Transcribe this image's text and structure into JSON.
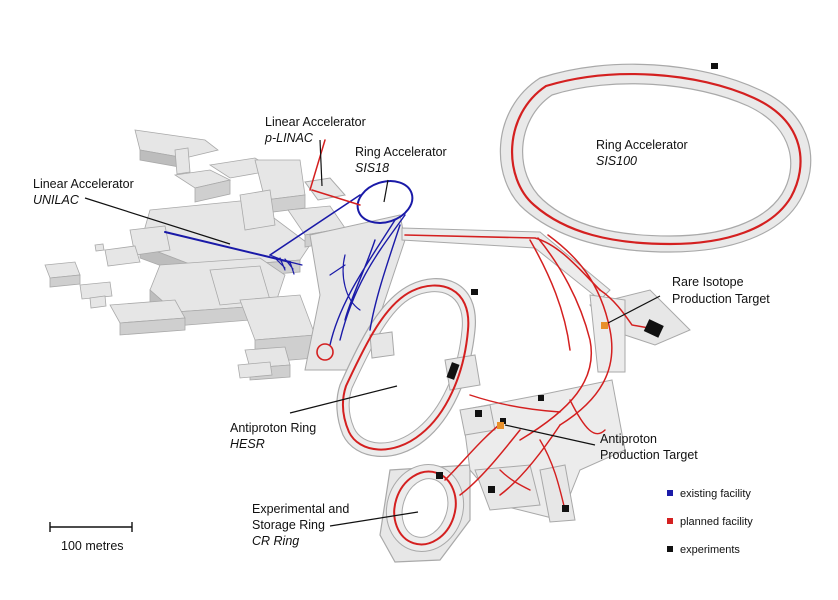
{
  "colors": {
    "existing": "#1a1aa8",
    "planned": "#d42020",
    "experiments": "#111111",
    "target_marker": "#e8902a",
    "building_top": "#e6e6e6",
    "building_side": "#bdbdbd",
    "tunnel_fill": "#efefef",
    "tunnel_edge": "#a9a9a9"
  },
  "labels": {
    "unilac": {
      "line1": "Linear Accelerator",
      "line2": "UNILAC"
    },
    "plinac": {
      "line1": "Linear Accelerator",
      "line2": "p-LINAC"
    },
    "sis18": {
      "line1": "Ring Accelerator",
      "line2": "SIS18"
    },
    "sis100": {
      "line1": "Ring Accelerator",
      "line2": "SIS100"
    },
    "rare_isotope": {
      "line1": "Rare Isotope",
      "line2": "Production Target"
    },
    "antiproton_ring": {
      "line1": "Antiproton Ring",
      "line2": "HESR"
    },
    "antiproton_target": {
      "line1": "Antiproton",
      "line2": "Production Target"
    },
    "cr_ring": {
      "line1": "Experimental and",
      "line2": "Storage Ring",
      "line3": "CR Ring"
    }
  },
  "legend": {
    "existing": "existing facility",
    "planned": "planned facility",
    "experiments": "experiments"
  },
  "scale_bar": {
    "label": "100 metres"
  }
}
